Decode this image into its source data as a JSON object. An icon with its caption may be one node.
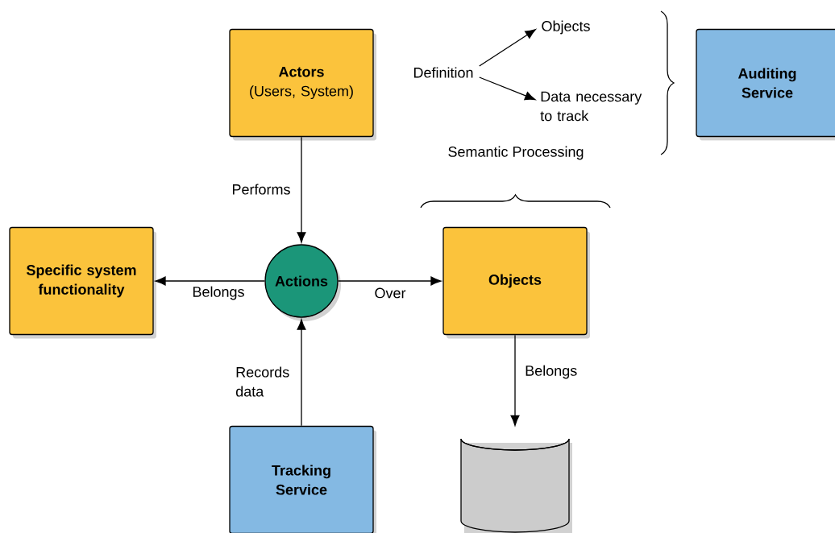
{
  "diagram": {
    "nodes": [
      {
        "text": [
          "Actors",
          "(Users, System)"
        ]
      },
      {
        "text": [
          "Definition"
        ]
      },
      {
        "text": [
          "Objects"
        ]
      },
      {
        "text": [
          "Data necessary to track"
        ]
      },
      {
        "text": [
          "Auditing Service"
        ]
      },
      {
        "text": [
          "Specific system functionality"
        ]
      },
      {
        "text": [
          "Actions"
        ]
      },
      {
        "text": [
          "Objects"
        ]
      },
      {
        "text": [
          "Tracking Service"
        ]
      },
      {
        "text": [],
        "shape": "cylinder"
      }
    ],
    "edges": [
      {
        "from": 0,
        "to": 6,
        "arrow": "to",
        "label": "Performs"
      },
      {
        "from": 6,
        "to": 5,
        "arrow": "to",
        "label": "Belongs"
      },
      {
        "from": 6,
        "to": 7,
        "arrow": "to",
        "label": "Over"
      },
      {
        "from": 8,
        "to": 6,
        "arrow": "to",
        "label": "Records data"
      },
      {
        "from": 7,
        "to": 9,
        "arrow": "to",
        "label": "Belongs"
      },
      {
        "from": 1,
        "to": 2,
        "arrow": "to"
      },
      {
        "from": 1,
        "to": 3,
        "arrow": "to"
      }
    ],
    "labels": [
      "Semantic Processing"
    ]
  }
}
